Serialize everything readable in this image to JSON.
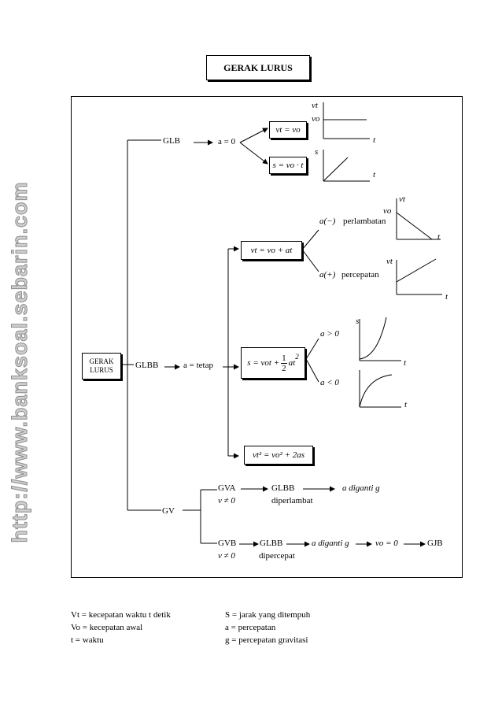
{
  "watermark": "http://www.banksoal.sebarin.com",
  "title": "GERAK LURUS",
  "root": {
    "line1": "GERAK",
    "line2": "LURUS"
  },
  "glb": {
    "label": "GLB",
    "cond": "a = 0",
    "eq1": "vt = vo",
    "eq2": "s = vo · t",
    "graph1": {
      "ylabel1": "vt",
      "ylabel2": "vo",
      "xlabel": "t"
    },
    "graph2": {
      "ylabel": "s",
      "xlabel": "t"
    }
  },
  "glbb": {
    "label": "GLBB",
    "cond": "a = tetap",
    "eq1": "vt = vo + at",
    "eq2_pre": "s = vot +",
    "eq2_num": "1",
    "eq2_den": "2",
    "eq2_post": "at",
    "eq3": "vt² = vo² + 2as",
    "dec_sym": "a(−)",
    "dec_txt": "perlambatan",
    "inc_sym": "a(+)",
    "inc_txt": "percepatan",
    "a_pos": "a > 0",
    "a_neg": "a < 0",
    "g1": {
      "y1": "vt",
      "y2": "vo",
      "x": "t"
    },
    "g2": {
      "y": "vt",
      "x": "t"
    },
    "g3": {
      "y": "s",
      "x": "t"
    },
    "g4": {
      "x": "t"
    }
  },
  "gv": {
    "label": "GV",
    "gva": "GVA",
    "gva_cond": "v ≠ 0",
    "gva_glbb": "GLBB",
    "gva_desc": "diperlambat",
    "gva_sub": "a diganti g",
    "gvb": "GVB",
    "gvb_cond": "v ≠ 0",
    "gvb_glbb": "GLBB",
    "gvb_desc": "dipercepat",
    "gvb_sub": "a diganti g",
    "gvb_zero": "vo = 0",
    "gjb": "GJB"
  },
  "legend": {
    "left": [
      "Vt  = kecepatan waktu t detik",
      "Vo = kecepatan awal",
      "t    = waktu"
    ],
    "right": [
      "S  = jarak yang ditempuh",
      "a   = percepatan",
      "g  = percepatan gravitasi"
    ]
  }
}
